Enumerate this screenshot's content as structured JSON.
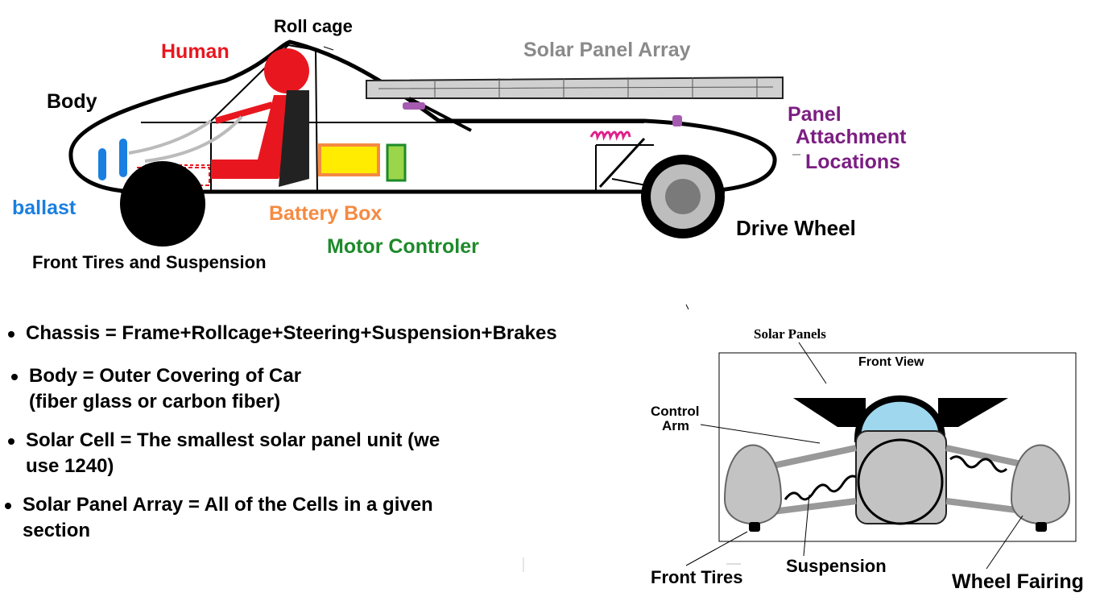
{
  "labels": {
    "roll_cage": "Roll cage",
    "human": "Human",
    "solar_panel_array": "Solar Panel Array",
    "body": "Body",
    "panel_attachment": [
      "Panel",
      "Attachment",
      "Locations"
    ],
    "ballast": "ballast",
    "battery_box": "Battery Box",
    "motor_controller": "Motor Controler",
    "front_tires_suspension": "Front Tires and Suspension",
    "drive_wheel": "Drive Wheel"
  },
  "colors": {
    "human": "#e8171f",
    "solar_array_label": "#8a8a8a",
    "panel_attachment": "#7b1e82",
    "ballast": "#1a7fe0",
    "battery_box": "#f58a42",
    "motor_controller": "#1d8a2a",
    "battery_fill": "#ffec00",
    "controller_fill": "#9bd54a",
    "attachment_marker": "#a55bb0",
    "coil": "#e0208a",
    "canopy": "#9fd8ee",
    "fairing": "#c3c3c3"
  },
  "bullets": [
    {
      "lines": [
        "Chassis = Frame+Rollcage+Steering+Suspension+Brakes"
      ]
    },
    {
      "lines": [
        "Body = Outer Covering of Car",
        "(fiber glass or carbon fiber)"
      ]
    },
    {
      "lines": [
        "Solar Cell = The smallest solar panel unit (we",
        "use 1240)"
      ]
    },
    {
      "lines": [
        "Solar Panel Array = All of the Cells in a given",
        "section"
      ]
    }
  ],
  "front_view": {
    "title": "Front View",
    "solar_panels": "Solar Panels",
    "control_arm": [
      "Control",
      "Arm"
    ],
    "front_tires": "Front Tires",
    "suspension": "Suspension",
    "wheel_fairing": "Wheel Fairing"
  }
}
